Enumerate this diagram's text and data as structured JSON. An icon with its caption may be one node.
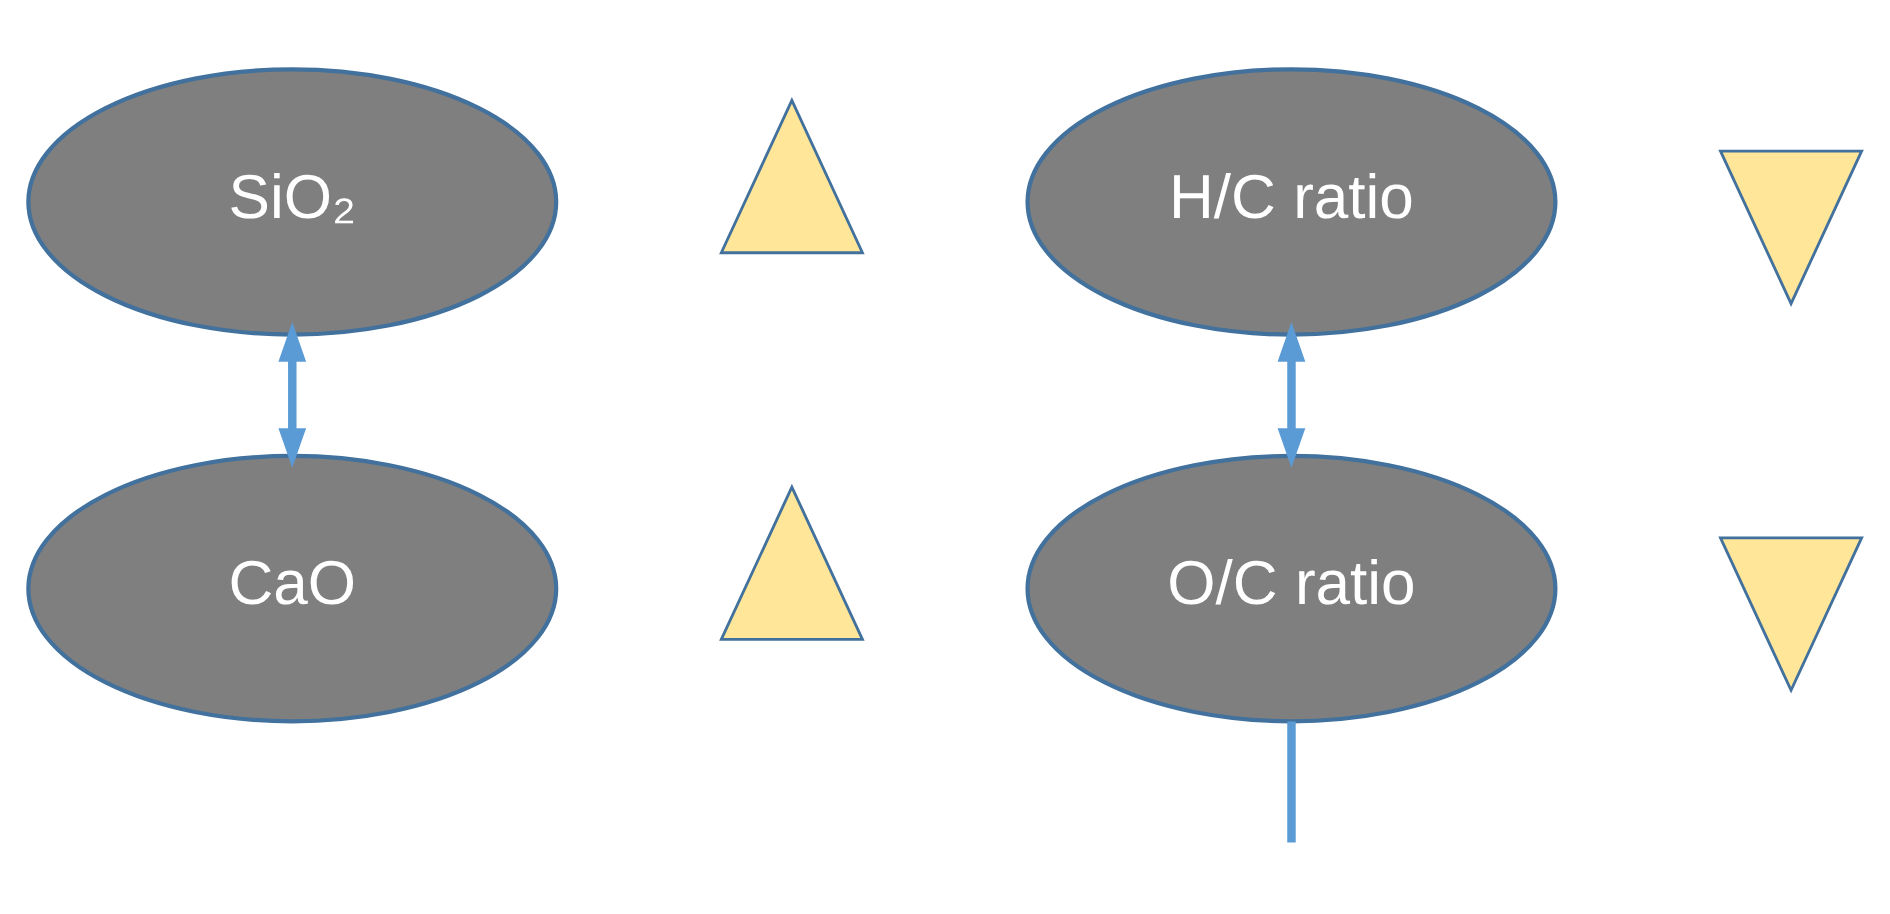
{
  "diagram": {
    "nodes": [
      {
        "text": [
          "SiO₂"
        ]
      },
      {
        "text": [],
        "shape": "up-arrow"
      },
      {
        "text": [
          "H/C ratio"
        ]
      },
      {
        "text": [],
        "shape": "down-arrow"
      },
      {
        "text": [
          "CaO"
        ]
      },
      {
        "text": [],
        "shape": "up-arrow"
      },
      {
        "text": [
          "O/C ratio"
        ]
      },
      {
        "text": [],
        "shape": "down-arrow"
      }
    ],
    "edges": [
      {
        "from": 0,
        "to": 4,
        "arrow": "both"
      },
      {
        "from": 2,
        "to": 6,
        "arrow": "both"
      },
      {
        "from": 6,
        "to": null,
        "arrow": "none"
      }
    ]
  }
}
